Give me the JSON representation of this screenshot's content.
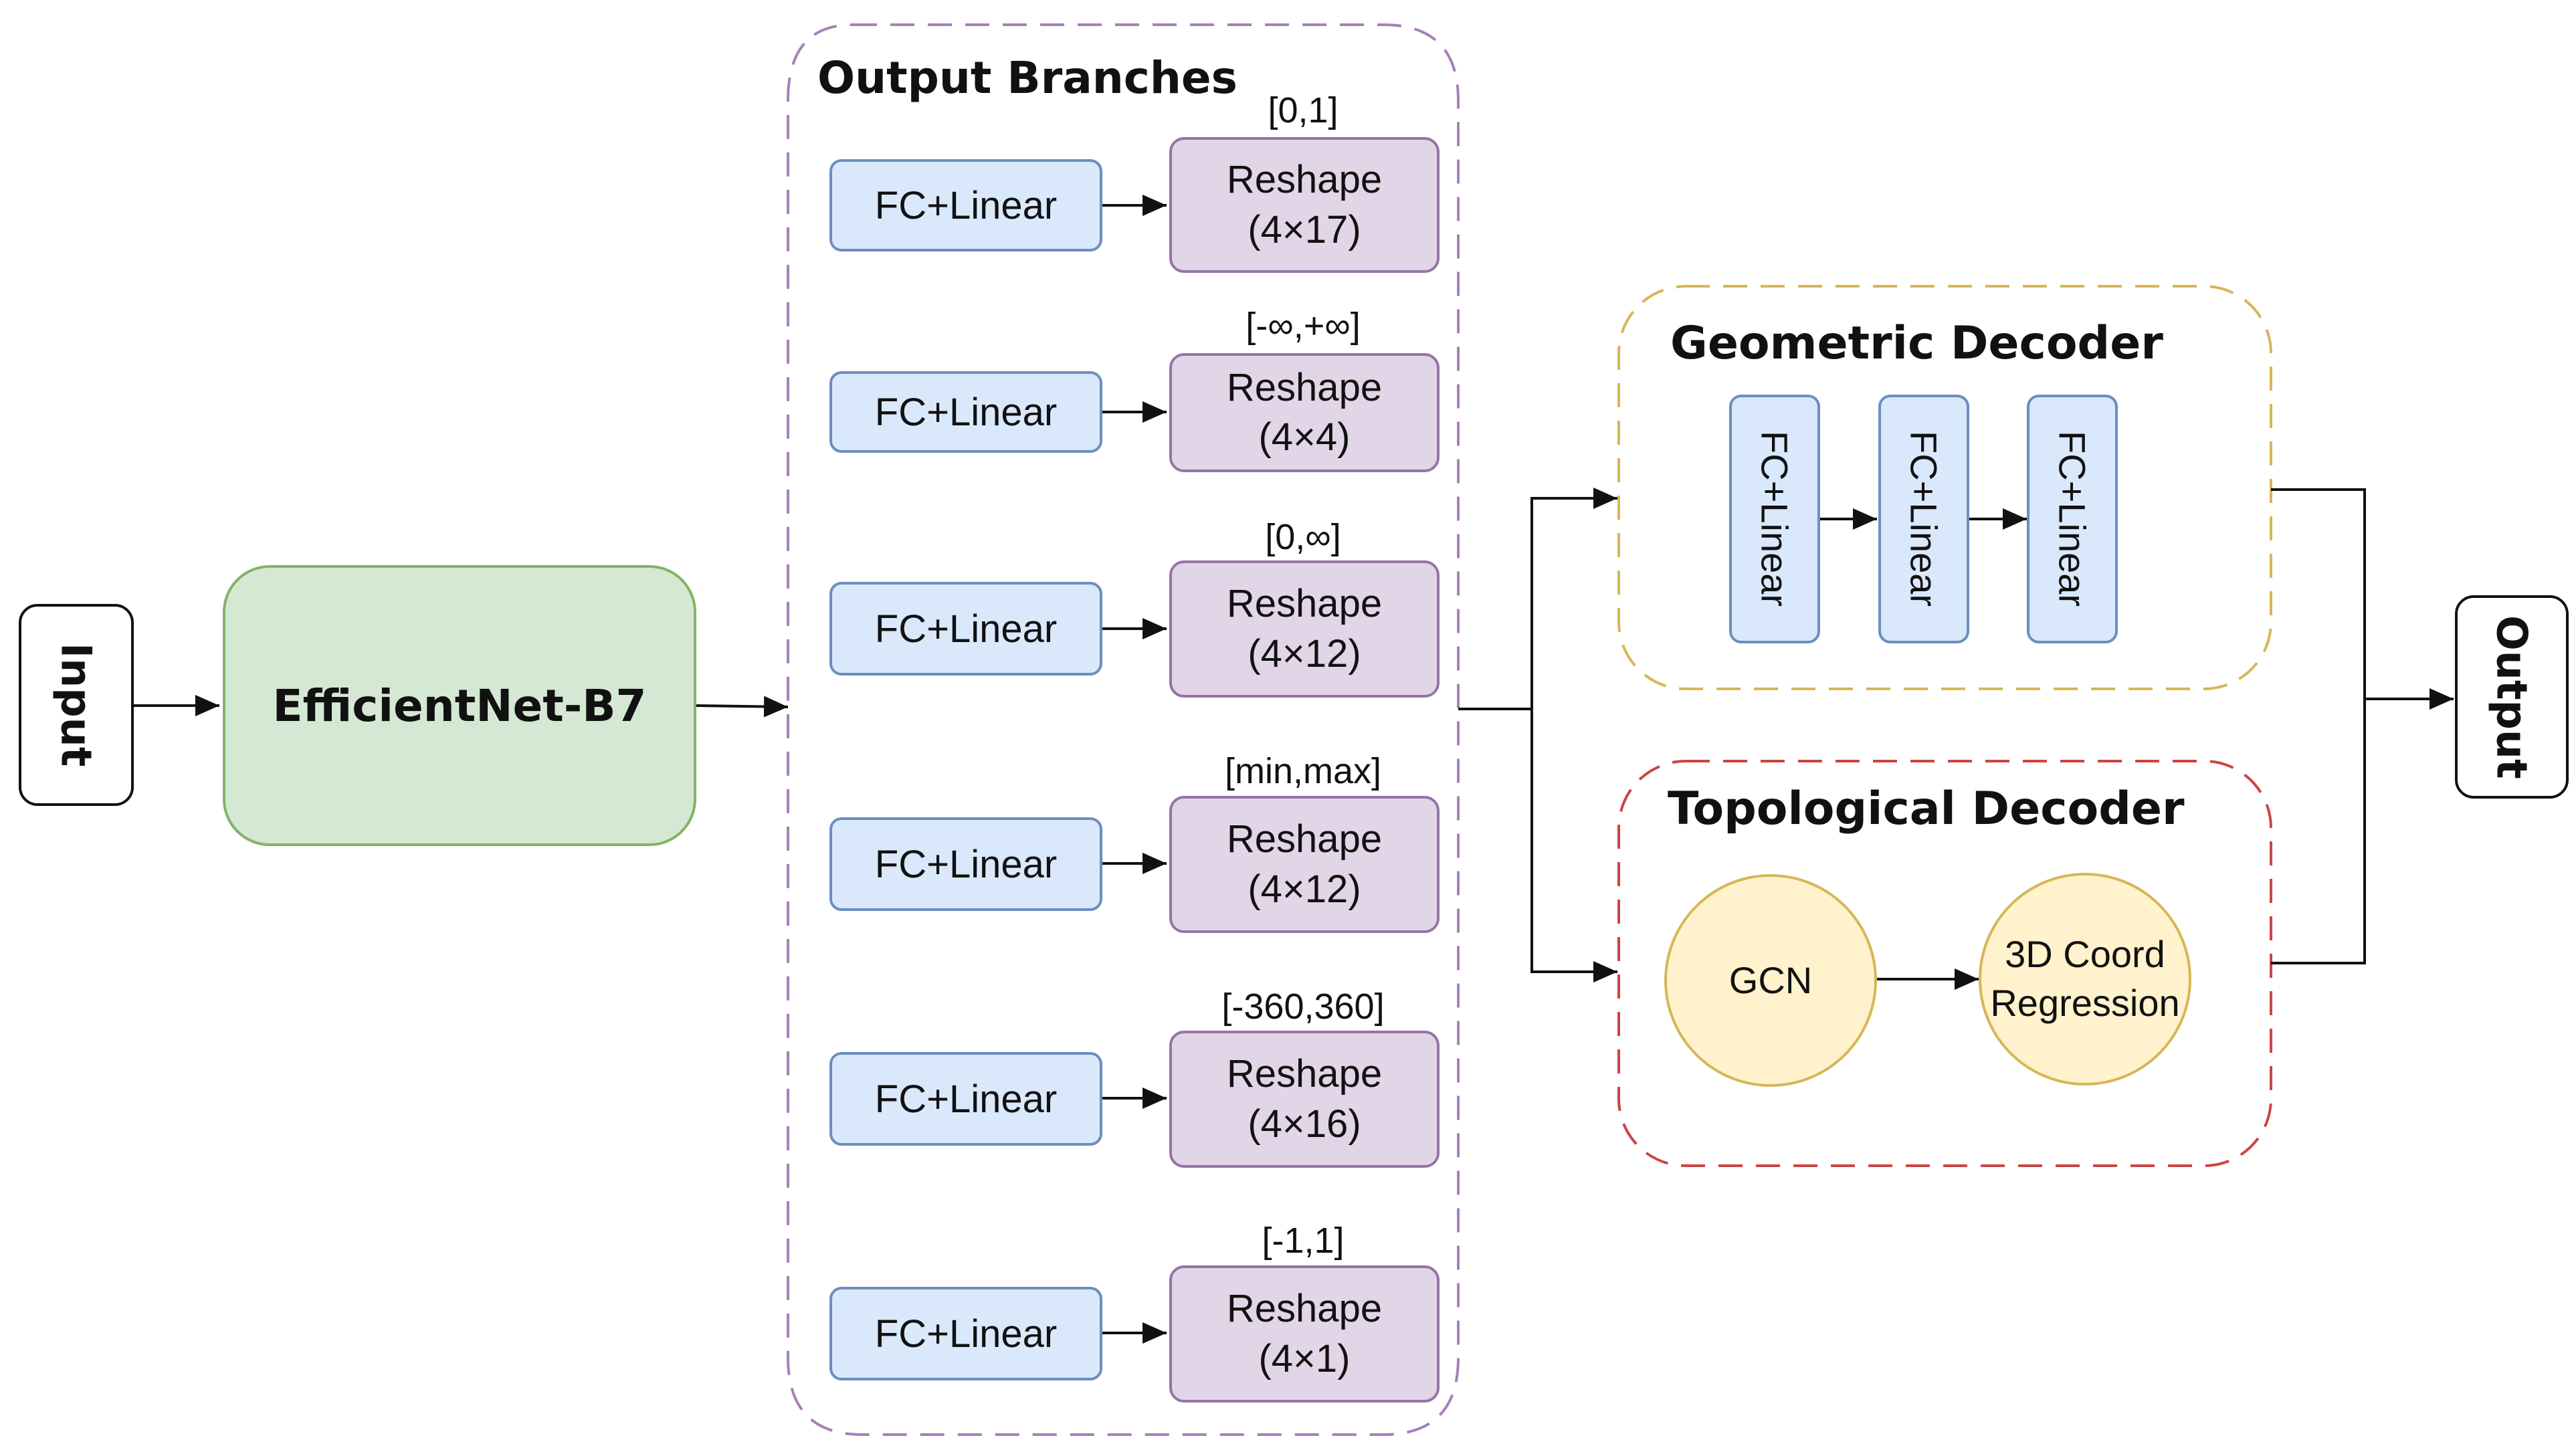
{
  "input": {
    "label": "Input"
  },
  "backbone": {
    "label": "EfficientNet-B7"
  },
  "output_branches": {
    "title": "Output Branches",
    "branches": [
      {
        "fc_label": "FC+Linear",
        "reshape_label": "Reshape",
        "shape": "(4×17)",
        "range": "[0,1]"
      },
      {
        "fc_label": "FC+Linear",
        "reshape_label": "Reshape",
        "shape": "(4×4)",
        "range": "[-∞,+∞]"
      },
      {
        "fc_label": "FC+Linear",
        "reshape_label": "Reshape",
        "shape": "(4×12)",
        "range": "[0,∞]"
      },
      {
        "fc_label": "FC+Linear",
        "reshape_label": "Reshape",
        "shape": "(4×12)",
        "range": "[min,max]"
      },
      {
        "fc_label": "FC+Linear",
        "reshape_label": "Reshape",
        "shape": "(4×16)",
        "range": "[-360,360]"
      },
      {
        "fc_label": "FC+Linear",
        "reshape_label": "Reshape",
        "shape": "(4×1)",
        "range": "[-1,1]"
      }
    ]
  },
  "geometric_decoder": {
    "title": "Geometric Decoder",
    "layers": [
      "FC+Linear",
      "FC+Linear",
      "FC+Linear"
    ]
  },
  "topological_decoder": {
    "title": "Topological Decoder",
    "gcn": "GCN",
    "regression_line1": "3D Coord",
    "regression_line2": "Regression"
  },
  "output": {
    "label": "Output"
  },
  "colors": {
    "backbone_fill": "#d5e8d4",
    "backbone_stroke": "#82b366",
    "fc_fill": "#dae8fc",
    "fc_stroke": "#6c8ebf",
    "reshape_fill": "#e1d5e7",
    "reshape_stroke": "#9673a6",
    "branches_group_stroke": "#a680b8",
    "geometric_group_stroke": "#d6b656",
    "topological_group_stroke": "#cc4444",
    "circle_fill": "#fff2cc",
    "circle_stroke": "#d6b656"
  }
}
